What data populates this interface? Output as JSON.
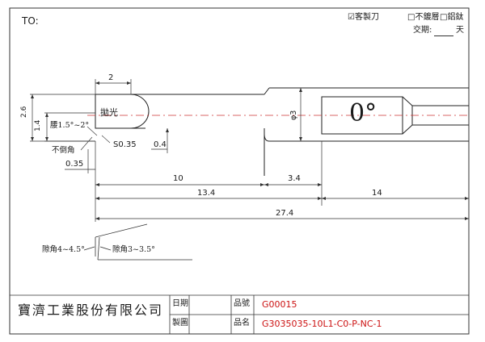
{
  "header": {
    "to_label": "TO:",
    "option_custom": "☑客製刀",
    "option_no_plating": "□不鍍層",
    "option_tialn": "□鋁鈦",
    "delivery_label": "交期:",
    "delivery_unit": "天"
  },
  "drawing": {
    "dim_top_2": "2",
    "dim_height_2_6": "2.6",
    "dim_height_1_4": "1.4",
    "label_polish": "拋光",
    "label_waist_angle": "腰1.5°~2°",
    "label_no_chamfer": "不倒角",
    "dim_s035": "S0.35",
    "dim_0_4": "0.4",
    "dim_0_35": "0.35",
    "dim_10": "10",
    "dim_3_4": "3.4",
    "dim_13_4": "13.4",
    "dim_14": "14",
    "dim_27_4": "27.4",
    "dim_dia_3": "φ3",
    "angle_box": "0°",
    "label_clearance_1": "隙角4~4.5°",
    "label_clearance_2": "隙角3~3.5°"
  },
  "title_block": {
    "company": "寶濟工業股份有限公司",
    "date_label": "日期",
    "drawn_label": "製圖",
    "item_no_label": "品號",
    "item_name_label": "品名",
    "item_no_value": "G00015",
    "item_name_value": "G3035035-10L1-C0-P-NC-1",
    "accent_color": "#cc1111"
  }
}
